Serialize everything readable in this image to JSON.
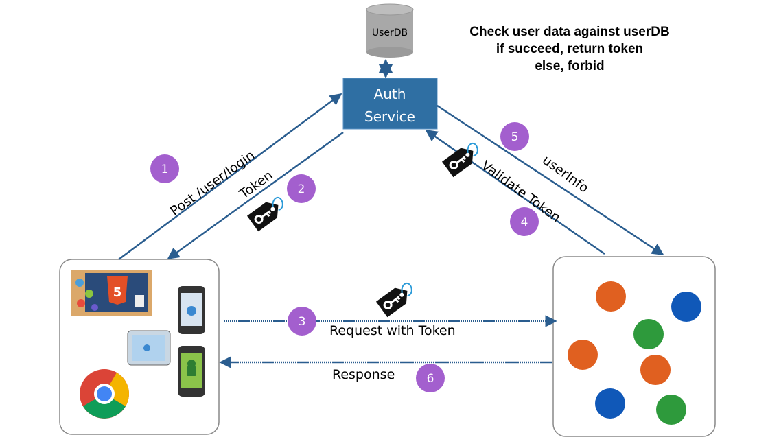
{
  "database": {
    "label": "UserDB"
  },
  "auth_service": {
    "line1": "Auth",
    "line2": "Service"
  },
  "note": {
    "line1": "Check user data against userDB",
    "line2": "if succeed, return token",
    "line3": "else, forbid"
  },
  "flows": {
    "login": {
      "step": "1",
      "label": "Post /user/login"
    },
    "token": {
      "step": "2",
      "label": "Token"
    },
    "request": {
      "step": "3",
      "label": "Request with Token"
    },
    "validate": {
      "step": "4",
      "label": "Validate Token"
    },
    "userinfo": {
      "step": "5",
      "label": "userInfo"
    },
    "response": {
      "step": "6",
      "label": "Response"
    }
  },
  "colors": {
    "arrow": "#2a5d8f",
    "auth_box": "#2f6fa3",
    "step_badge": "#a35fce",
    "db": "#a8a8a8",
    "service_orange": "#e06020",
    "service_blue": "#1058b8",
    "service_green": "#2e9a3c"
  },
  "icons": {
    "client_icons": [
      "html5-icon",
      "iphone-icon",
      "ipad-icon",
      "android-phone-icon",
      "chrome-icon"
    ],
    "token_icon": "key-tag-icon"
  }
}
